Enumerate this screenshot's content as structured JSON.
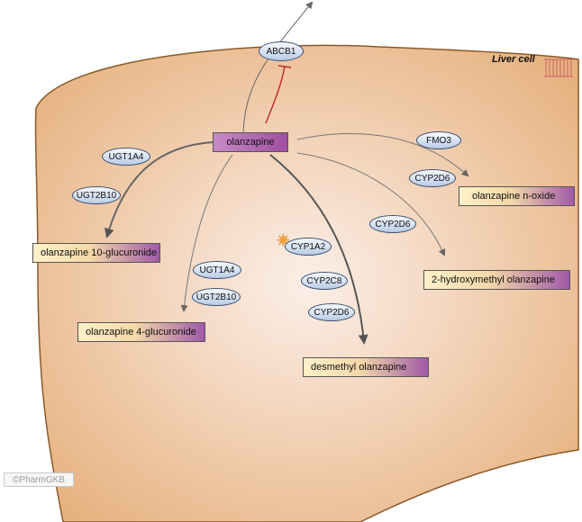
{
  "cell_label": "Liver cell",
  "credit": "©PharmGKB",
  "drug": "olanzapine",
  "transporter": "ABCB1",
  "metabolites": {
    "glucuronide_10": "olanzapine 10-glucuronide",
    "glucuronide_4": "olanzapine 4-glucuronide",
    "desmethyl": "desmethyl olanzapine",
    "hydroxymethyl": "2-hydroxymethyl olanzapine",
    "n_oxide": "olanzapine n-oxide"
  },
  "enzymes": {
    "ugt1a4_a": "UGT1A4",
    "ugt2b10_a": "UGT2B10",
    "ugt1a4_b": "UGT1A4",
    "ugt2b10_b": "UGT2B10",
    "cyp1a2": "CYP1A2",
    "cyp2c8": "CYP2C8",
    "cyp2d6_a": "CYP2D6",
    "cyp2d6_b": "CYP2D6",
    "cyp2d6_c": "CYP2D6",
    "fmo3": "FMO3"
  },
  "colors": {
    "cell_fill": "#e6b27f",
    "cell_edge": "#8b5a2b",
    "inhibit": "#c0282b"
  }
}
